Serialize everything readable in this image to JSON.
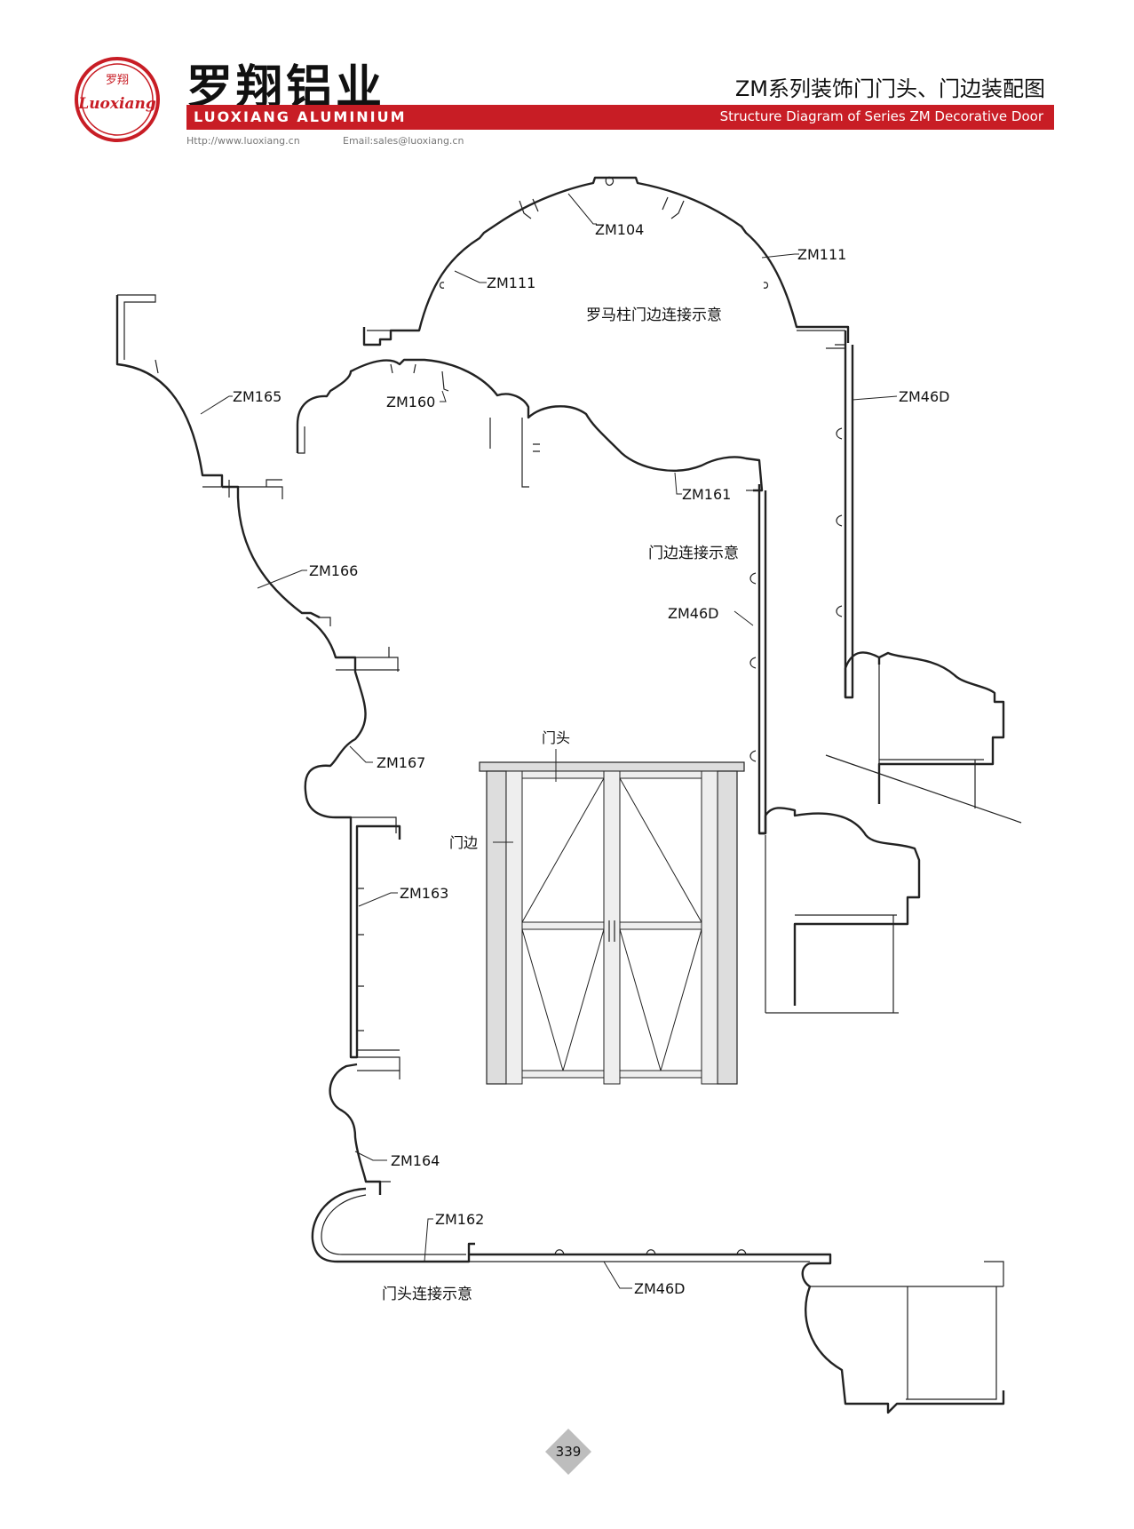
{
  "header": {
    "brand_cn": "罗翔铝业",
    "brand_en": "LUOXIANG ALUMINIUM",
    "logo_top": "罗翔",
    "logo_text": "Luoxiang",
    "website": "Http://www.luoxiang.cn",
    "email": "Email:sales@luoxiang.cn",
    "title_cn": "ZM系列装饰门门头、门边装配图",
    "title_en": "Structure Diagram of Series ZM Decorative Door",
    "accent_color": "#c81d25"
  },
  "diagram": {
    "captions": {
      "roman_column": "罗马柱门边连接示意",
      "door_side": "门边连接示意",
      "door_head": "门头连接示意"
    },
    "labels": {
      "zm104": "ZM104",
      "zm111_left": "ZM111",
      "zm111_right": "ZM111",
      "zm46d_top": "ZM46D",
      "zm160": "ZM160",
      "zm161": "ZM161",
      "zm46d_mid": "ZM46D",
      "zm165": "ZM165",
      "zm166": "ZM166",
      "zm167": "ZM167",
      "zm163": "ZM163",
      "zm164": "ZM164",
      "zm162": "ZM162",
      "zm46d_bottom": "ZM46D",
      "door_head": "门头",
      "door_side": "门边"
    }
  },
  "footer": {
    "page_number": "339"
  }
}
